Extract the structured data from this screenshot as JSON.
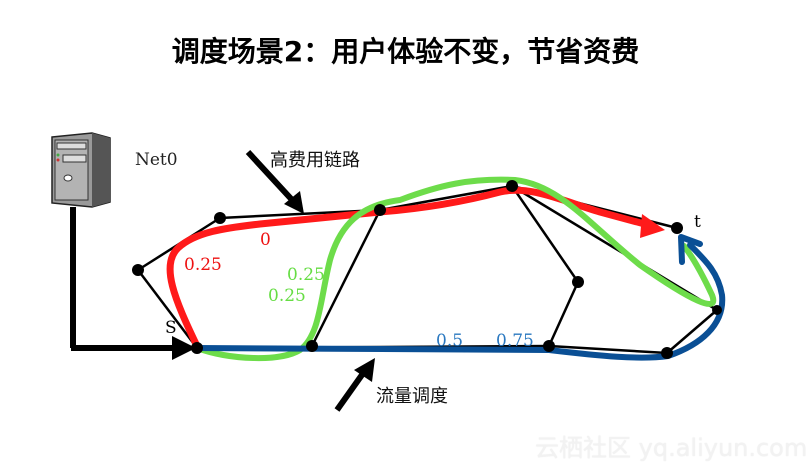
{
  "title": "调度场景2：用户体验不变，节省资费",
  "labels": {
    "server": "Net0",
    "high_cost_link": "高费用链路",
    "traffic_scheduling": "流量调度",
    "source": "S",
    "target": "t"
  },
  "weights": {
    "red": [
      "0",
      "0.25"
    ],
    "green": [
      "0.25",
      "0.25"
    ],
    "blue": [
      "0.5",
      "0.75"
    ]
  },
  "colors": {
    "red_path": "#ff1a1a",
    "green_path": "#6ddc4a",
    "blue_path": "#0a4f95",
    "blue_text": "#2a78c0",
    "edges": "#000000"
  },
  "watermark": "云栖社区 yq.aliyun.com"
}
